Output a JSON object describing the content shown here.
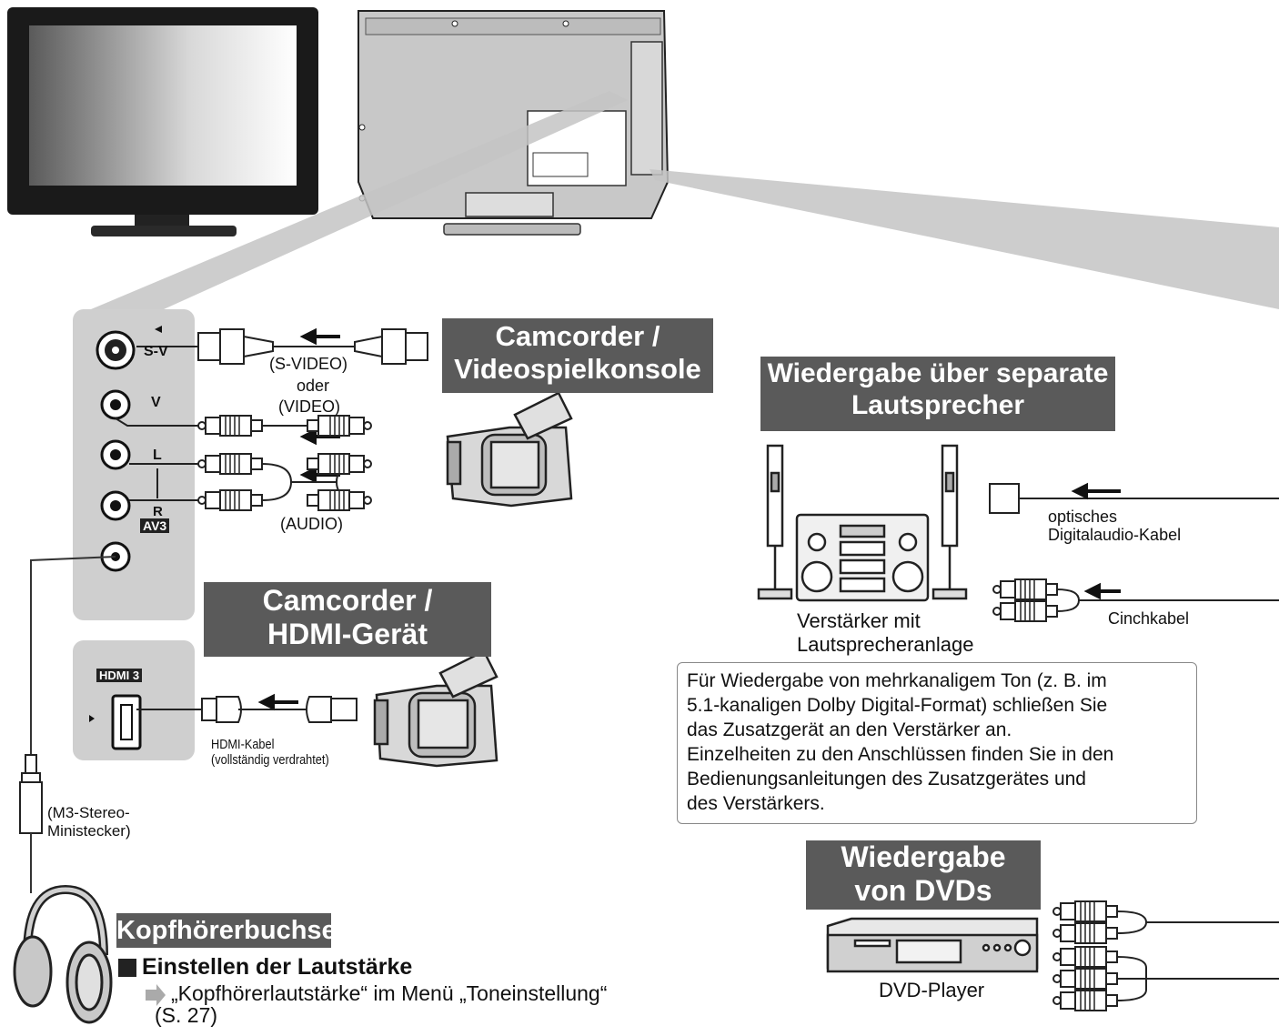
{
  "panel": {
    "sv_label": "S-V",
    "v_label": "V",
    "l_label": "L",
    "r_label": "R",
    "av3_label": "AV3",
    "hdmi3_label": "HDMI 3"
  },
  "av_cables": {
    "svideo_label": "(S-VIDEO)",
    "oder_label": "oder",
    "video_label": "(VIDEO)",
    "audio_label": "(AUDIO)"
  },
  "hdmi_cable": {
    "line1": "HDMI-Kabel",
    "line2": "(vollständig verdrahtet)"
  },
  "headphone_plug": {
    "line1": "(M3-Stereo-",
    "line2": "Ministecker)"
  },
  "banners": {
    "camcorder_console": [
      "Camcorder /",
      "Videospielkonsole"
    ],
    "camcorder_hdmi": [
      "Camcorder /",
      "HDMI-Gerät"
    ],
    "speakers": [
      "Wiedergabe über separate",
      "Lautsprecher"
    ],
    "dvd": [
      "Wiedergabe",
      "von DVDs"
    ],
    "headphone": "Kopfhörerbuchse"
  },
  "speakers_section": {
    "optical_line1": "optisches",
    "optical_line2": "Digitalaudio-Kabel",
    "cinch_label": "Cinchkabel",
    "amp_line1": "Verstärker mit",
    "amp_line2": "Lautsprecheranlage"
  },
  "info_box": [
    "Für Wiedergabe von mehrkanaligem Ton (z. B. im",
    "5.1-kanaligen Dolby Digital-Format) schließen Sie",
    "das Zusatzgerät an den Verstärker an.",
    "Einzelheiten zu den Anschlüssen finden Sie in den",
    "Bedienungsanleitungen des Zusatzgerätes und",
    "des Verstärkers."
  ],
  "dvd_section": {
    "player_label": "DVD-Player"
  },
  "volume_section": {
    "heading": "Einstellen der Lautstärke",
    "ref_line1": "„Kopfhörerlautstärke“ im Menü „Toneinstellung“",
    "ref_line2": "(S. 27)"
  }
}
